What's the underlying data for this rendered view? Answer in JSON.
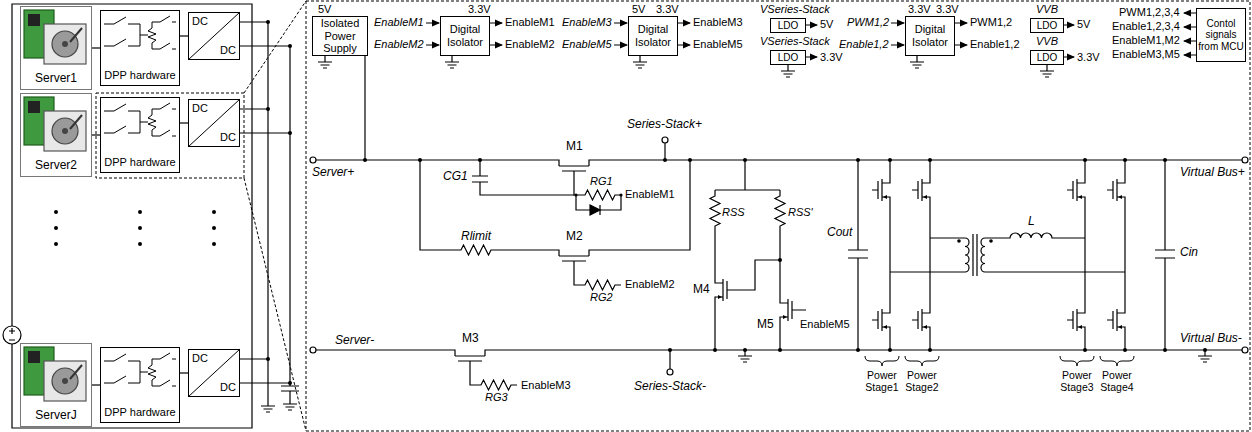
{
  "diagram": {
    "nodes": [
      {
        "text": [
          "Server1"
        ]
      },
      {
        "text": [
          "DPP hardware"
        ]
      },
      {
        "text": [
          "DC",
          "DC"
        ]
      },
      {
        "text": [
          "Server2"
        ]
      },
      {
        "text": [
          "DPP hardware"
        ]
      },
      {
        "text": [
          "DC",
          "DC"
        ]
      },
      {
        "text": [
          "ServerJ"
        ]
      },
      {
        "text": [
          "DPP hardware"
        ]
      },
      {
        "text": [
          "DC",
          "DC"
        ]
      },
      {
        "text": [
          "Isolated Power Supply"
        ]
      },
      {
        "text": [
          "Digital Isolator"
        ]
      },
      {
        "text": [
          "Digital Isolator"
        ]
      },
      {
        "text": [
          "LDO"
        ]
      },
      {
        "text": [
          "LDO"
        ]
      },
      {
        "text": [
          "Digital Isolator"
        ]
      },
      {
        "text": [
          "LDO"
        ]
      },
      {
        "text": [
          "LDO"
        ]
      },
      {
        "text": [
          "Contol signals from MCU"
        ]
      }
    ],
    "edges": [
      {
        "from": 0,
        "to": 1,
        "arrow": "none"
      },
      {
        "from": 1,
        "to": 2,
        "arrow": "none"
      },
      {
        "from": 3,
        "to": 4,
        "arrow": "none"
      },
      {
        "from": 4,
        "to": 5,
        "arrow": "none"
      },
      {
        "from": 6,
        "to": 7,
        "arrow": "none"
      },
      {
        "from": 7,
        "to": 8,
        "arrow": "none"
      }
    ],
    "labels": [
      "5V",
      "EnableM1",
      "EnableM2",
      "3.3V",
      "EnableM1",
      "EnableM2",
      "5V",
      "3.3V",
      "EnableM3",
      "EnableM5",
      "EnableM3",
      "EnableM5",
      "VSeries-Stack",
      "5V",
      "VSeries-Stack",
      "3.3V",
      "3.3V",
      "3.3V",
      "PWM1,2",
      "Enable1,2",
      "PWM1,2",
      "Enable1,2",
      "VVB",
      "5V",
      "VVB",
      "3.3V",
      "PWM1,2,3,4",
      "Enable1,2,3,4",
      "EnableM1,M2",
      "EnableM3,M5",
      "Series-Stack+",
      "M1",
      "Server+",
      "CG1",
      "RG1",
      "EnableM1",
      "Rlimit",
      "M2",
      "RG2",
      "EnableM2",
      "RSS",
      "RSS'",
      "M4",
      "M5",
      "EnableM5",
      "Server-",
      "M3",
      "RG3",
      "EnableM3",
      "Series-Stack-",
      "Cout",
      "L",
      "Cin",
      "Virtual Bus+",
      "Virtual Bus-",
      "Power Stage1",
      "Power Stage2",
      "Power Stage3",
      "Power Stage4"
    ]
  }
}
